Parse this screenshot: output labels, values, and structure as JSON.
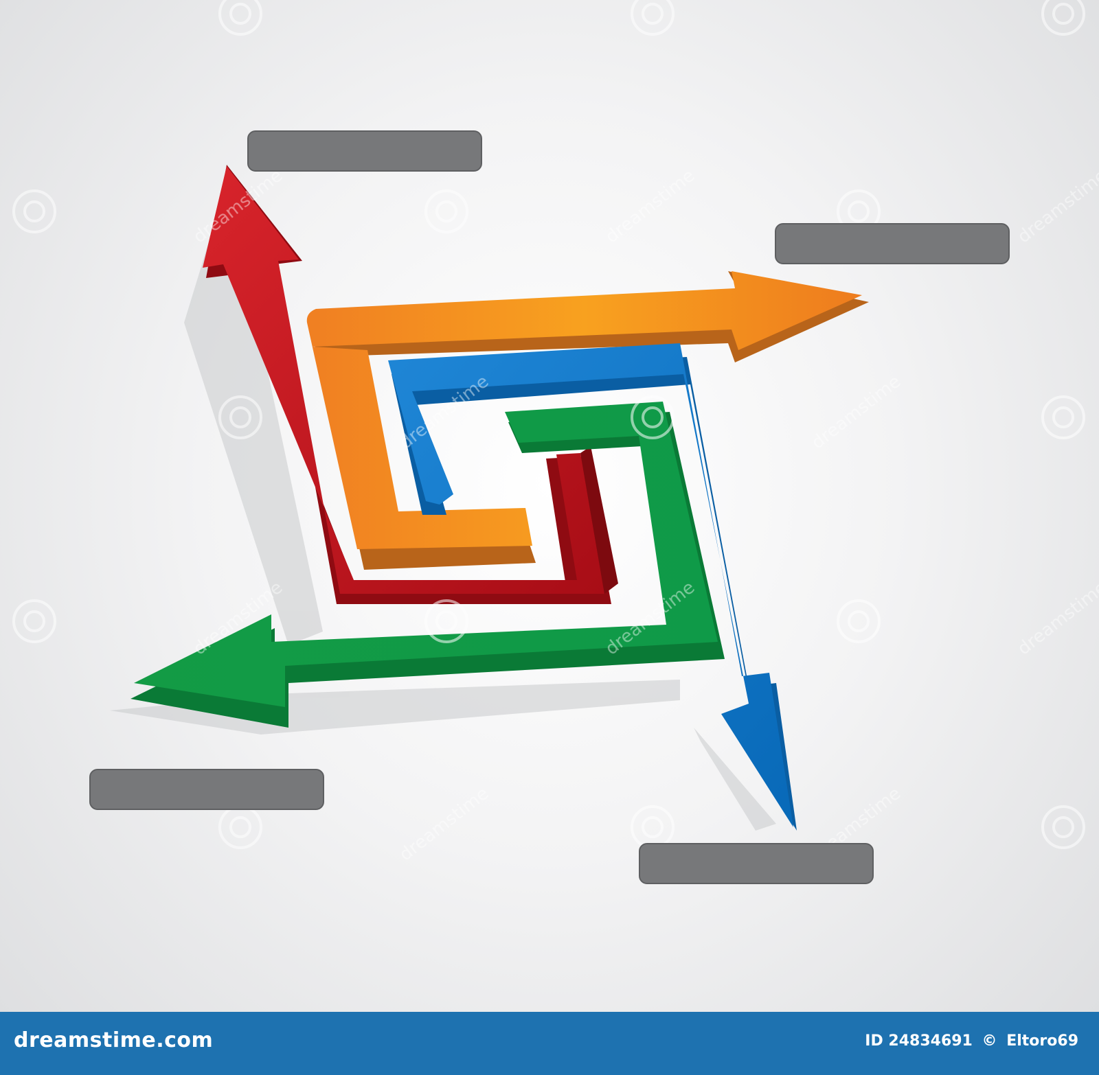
{
  "diagram": {
    "arrows": [
      {
        "name": "red-arrow",
        "color": "#c0121a",
        "direction": "up"
      },
      {
        "name": "orange-arrow",
        "color": "#f08a1c",
        "direction": "right"
      },
      {
        "name": "blue-arrow",
        "color": "#0f7ed1",
        "direction": "down"
      },
      {
        "name": "green-arrow",
        "color": "#12a04a",
        "direction": "left"
      }
    ],
    "label_bars": [
      {
        "name": "label-bar-top-left",
        "color": "#77787a"
      },
      {
        "name": "label-bar-top-right",
        "color": "#77787a"
      },
      {
        "name": "label-bar-bottom-left",
        "color": "#77787a"
      },
      {
        "name": "label-bar-bottom-right",
        "color": "#77787a"
      }
    ]
  },
  "watermark": {
    "text": "dreamstime"
  },
  "footer": {
    "logo": "dreamstime.com",
    "id_text": "ID 24834691",
    "copyright_symbol": "©",
    "author": "Eltoro69",
    "background": "#1e72b0"
  }
}
